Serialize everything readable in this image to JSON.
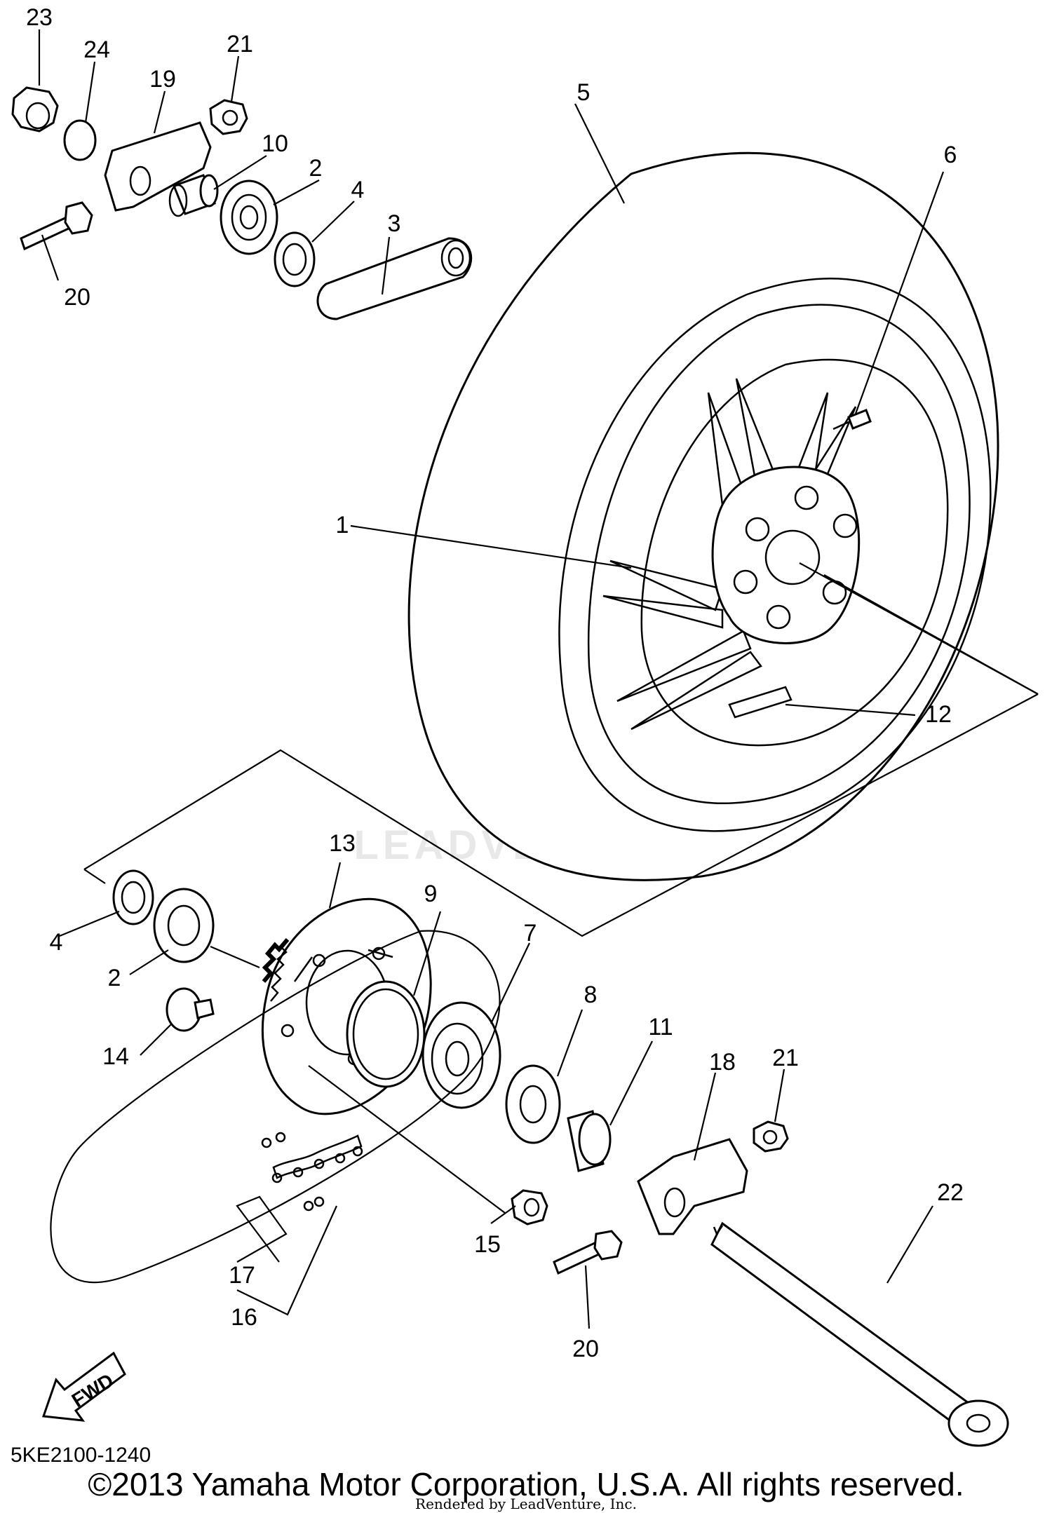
{
  "diagram": {
    "callouts": {
      "c1": "1",
      "c2a": "2",
      "c2b": "2",
      "c3": "3",
      "c4a": "4",
      "c4b": "4",
      "c5": "5",
      "c6": "6",
      "c7": "7",
      "c8": "8",
      "c9": "9",
      "c10": "10",
      "c11": "11",
      "c12": "12",
      "c13": "13",
      "c14": "14",
      "c15": "15",
      "c16": "16",
      "c17": "17",
      "c18": "18",
      "c19": "19",
      "c20a": "20",
      "c20b": "20",
      "c21a": "21",
      "c21b": "21",
      "c22": "22",
      "c23": "23",
      "c24": "24"
    },
    "fwd_label": "FWD",
    "watermark": "LEADVENTURE",
    "diagram_code": "5KE2100-1240",
    "copyright": "©2013 Yamaha Motor Corporation, U.S.A. All rights reserved.",
    "rendered_by": "Rendered by LeadVenture, Inc."
  }
}
